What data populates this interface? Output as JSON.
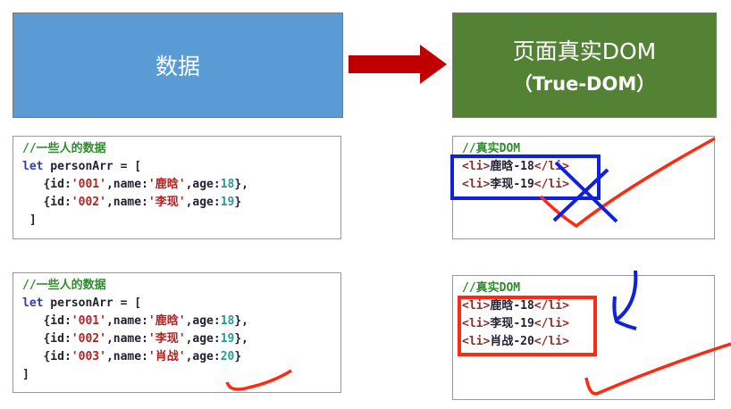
{
  "header_left": {
    "title": "数据",
    "color": "#5b9bd5"
  },
  "header_right": {
    "title": "页面真实DOM",
    "subtitle": "（True-DOM）",
    "color": "#548235"
  },
  "arrow_color": "#c00000",
  "code_top": {
    "comment": "//一些人的数据",
    "decl": [
      "let",
      " personArr = ["
    ],
    "rows": [
      [
        "{id:",
        "'001'",
        ",name:",
        "'鹿晗'",
        ",age:",
        "18",
        "},"
      ],
      [
        "{id:",
        "'002'",
        ",name:",
        "'李现'",
        ",age:",
        "19",
        "}"
      ]
    ],
    "close": " ]"
  },
  "code_bottom": {
    "comment": "//一些人的数据",
    "decl": [
      "let",
      " personArr = ["
    ],
    "rows": [
      [
        "{id:",
        "'001'",
        ",name:",
        "'鹿晗'",
        ",age:",
        "18",
        "},"
      ],
      [
        "{id:",
        "'002'",
        ",name:",
        "'李现'",
        ",age:",
        "19",
        "},"
      ],
      [
        "{id:",
        "'003'",
        ",name:",
        "'肖战'",
        ",age:",
        "20",
        "}"
      ]
    ],
    "close": "]"
  },
  "dom_top": {
    "comment": "//真实DOM",
    "items": [
      [
        "<li>",
        "鹿晗-18",
        "</li>"
      ],
      [
        "<li>",
        "李现-19",
        "</li>"
      ]
    ]
  },
  "dom_bottom": {
    "comment": "//真实DOM",
    "items": [
      [
        "<li>",
        "鹿晗-18",
        "</li>"
      ],
      [
        "<li>",
        "李现-19",
        "</li>"
      ],
      [
        "<li>",
        "肖战-20",
        "</li>"
      ]
    ]
  },
  "annotation_colors": {
    "red": "#ff2a10",
    "blue": "#1020e0"
  }
}
